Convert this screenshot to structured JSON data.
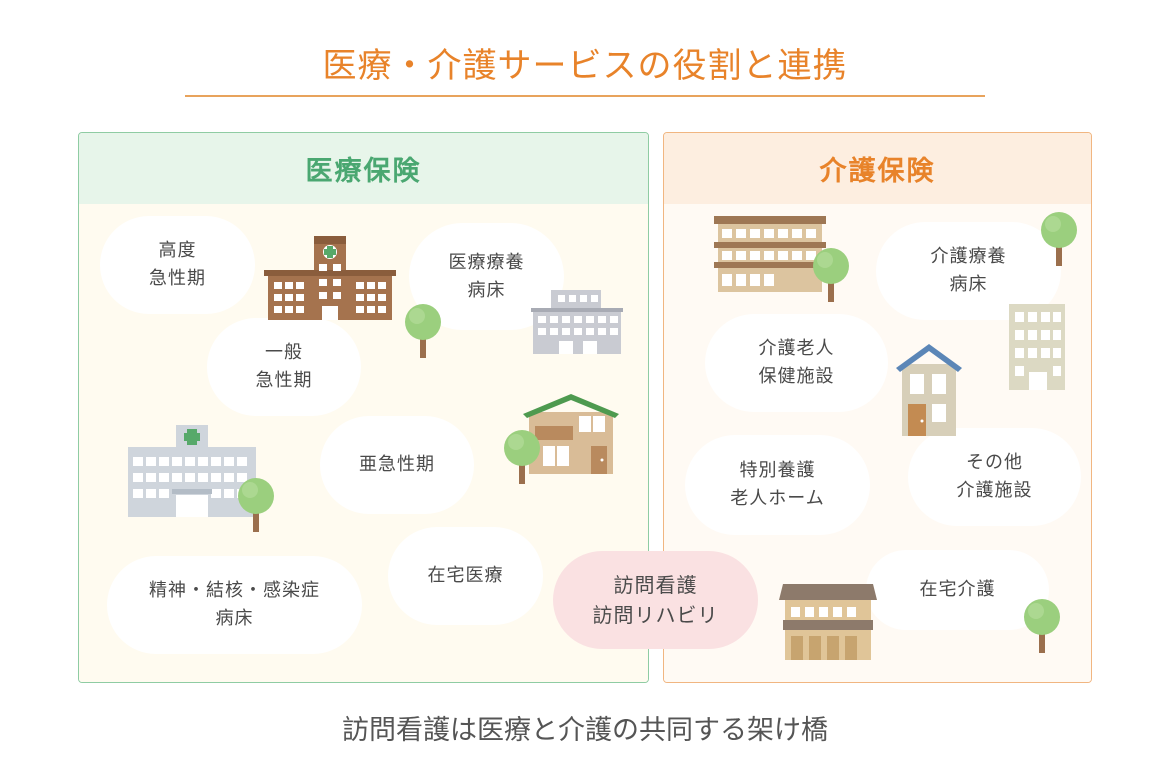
{
  "title": "医療・介護サービスの役割と連携",
  "colors": {
    "accent_orange": "#e8832a",
    "accent_green": "#4aa771",
    "medical_border": "#8fcca3",
    "medical_header_bg": "#e7f5ea",
    "care_border": "#f1b681",
    "care_header_bg": "#fdeee0",
    "bridge_bubble": "#fae1e2"
  },
  "medical": {
    "header": "医療保険",
    "bubbles": {
      "acute_high": {
        "line1": "高度",
        "line2": "急性期"
      },
      "acute_general": {
        "line1": "一般",
        "line2": "急性期"
      },
      "subacute": {
        "line1": "亜急性期"
      },
      "ltc_beds": {
        "line1": "医療療養",
        "line2": "病床"
      },
      "psych": {
        "line1": "精神・結核・感染症",
        "line2": "病床"
      },
      "home_medical": {
        "line1": "在宅医療"
      }
    }
  },
  "care": {
    "header": "介護保険",
    "bubbles": {
      "care_beds": {
        "line1": "介護療養",
        "line2": "病床"
      },
      "health_facility": {
        "line1": "介護老人",
        "line2": "保健施設"
      },
      "special_home": {
        "line1": "特別養護",
        "line2": "老人ホーム"
      },
      "other_facilities": {
        "line1": "その他",
        "line2": "介護施設"
      },
      "home_care": {
        "line1": "在宅介護"
      }
    }
  },
  "bridge": {
    "line1": "訪問看護",
    "line2": "訪問リハビリ"
  },
  "footer": "訪問看護は医療と介護の共同する架け橋",
  "icons": [
    "hospital-brown-icon",
    "hospital-grey-icon",
    "clinic-icon",
    "house-green-roof-icon",
    "apartment-brown-icon",
    "building-beige-icon",
    "house-blue-roof-icon",
    "apartment-small-icon",
    "tree-icon"
  ]
}
